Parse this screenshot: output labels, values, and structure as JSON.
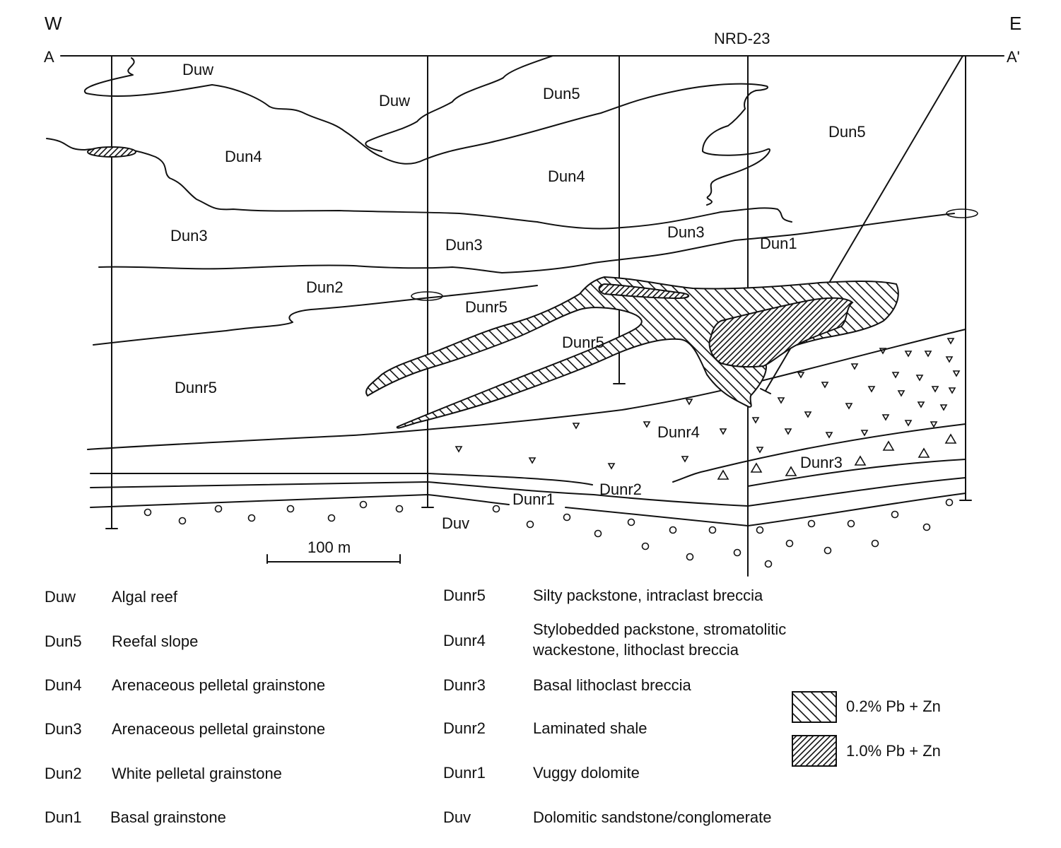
{
  "section": {
    "west": "W",
    "east": "E",
    "start": "A",
    "end": "A'",
    "well": "NRD-23",
    "scale": "100 m"
  },
  "units": [
    {
      "code": "Duw",
      "desc": "Algal reef"
    },
    {
      "code": "Dun5",
      "desc": "Reefal slope"
    },
    {
      "code": "Dun4",
      "desc": "Arenaceous pelletal grainstone"
    },
    {
      "code": "Dun3",
      "desc": "Arenaceous pelletal grainstone"
    },
    {
      "code": "Dun2",
      "desc": "White pelletal grainstone"
    },
    {
      "code": "Dun1",
      "desc": "Basal grainstone"
    },
    {
      "code": "Dunr5",
      "desc": "Silty packstone, intraclast breccia"
    },
    {
      "code": "Dunr4",
      "desc": "Stylobedded packstone, stromatolitic",
      "desc2": "wackestone, lithoclast breccia"
    },
    {
      "code": "Dunr3",
      "desc": "Basal lithoclast breccia"
    },
    {
      "code": "Dunr2",
      "desc": "Laminated shale"
    },
    {
      "code": "Dunr1",
      "desc": "Vuggy dolomite"
    },
    {
      "code": "Duv",
      "desc": "Dolomitic sandstone/conglomerate"
    }
  ],
  "ore_legend": [
    {
      "label": "0.2% Pb + Zn",
      "pattern": "sparse-hatch"
    },
    {
      "label": "1.0% Pb + Zn",
      "pattern": "dense-hatch"
    }
  ],
  "colors": {
    "ink": "#111111",
    "paper": "#ffffff"
  }
}
